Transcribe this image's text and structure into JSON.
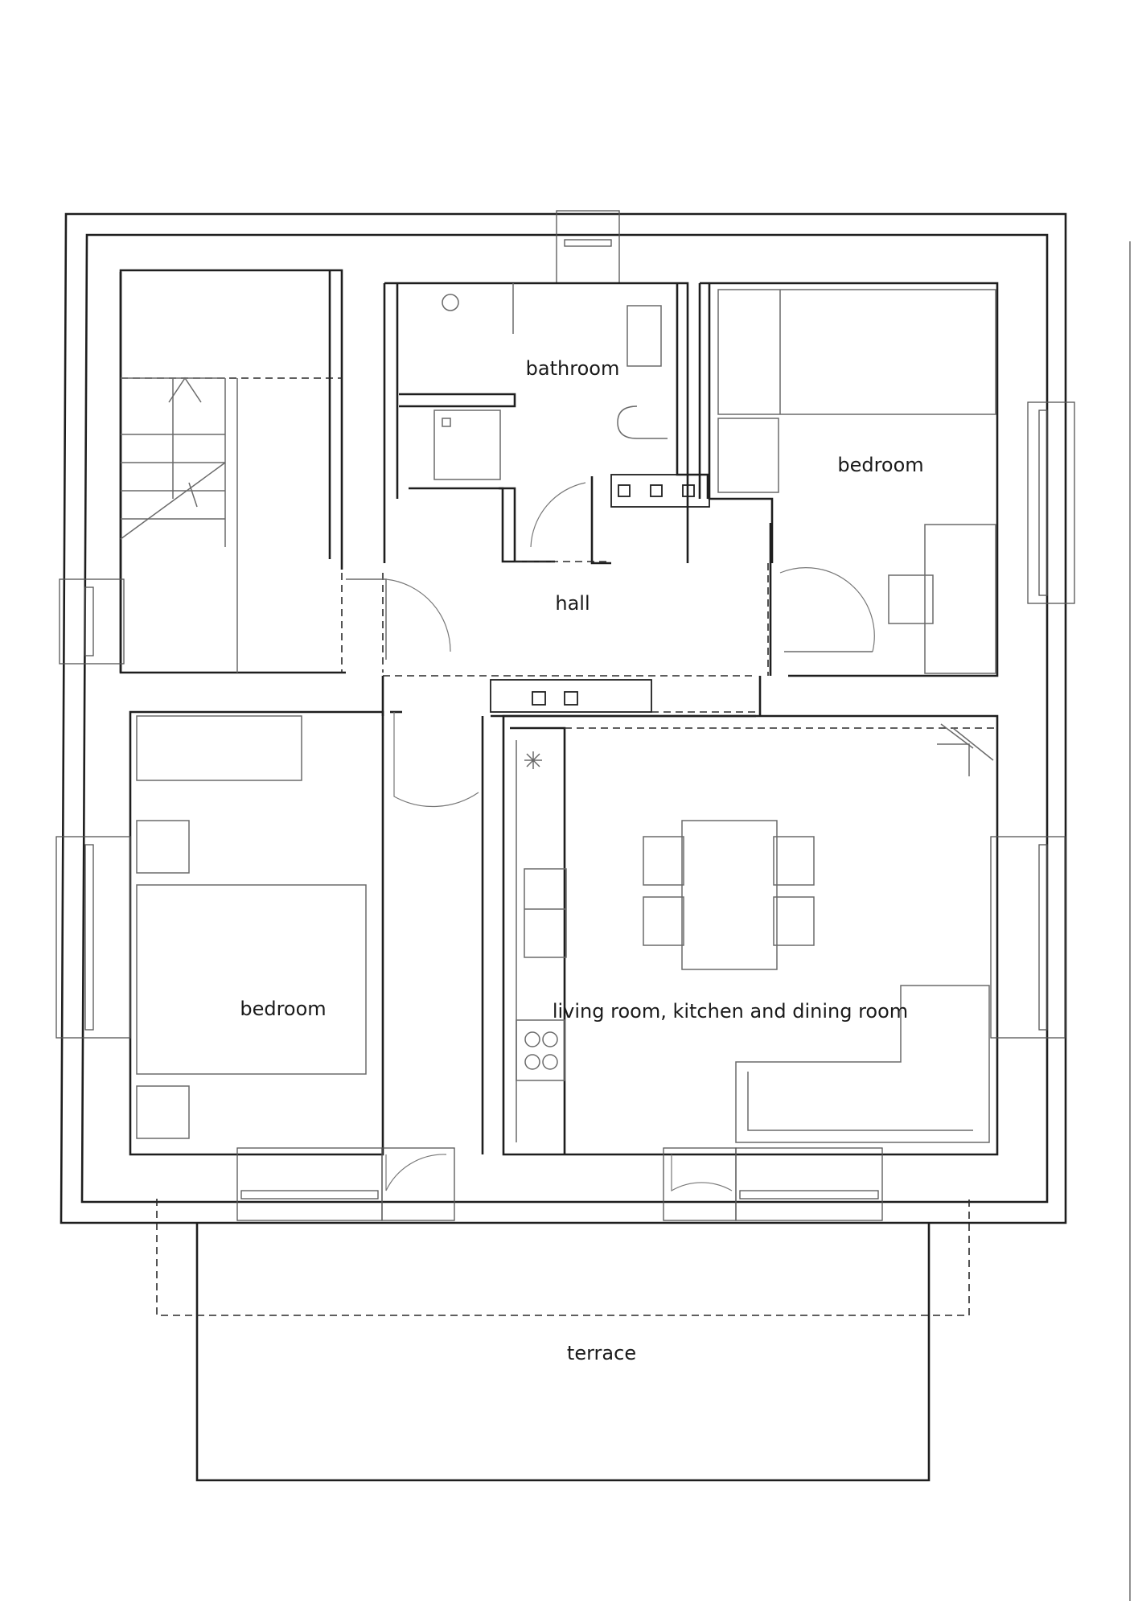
{
  "plan": {
    "rooms": {
      "bathroom": "bathroom",
      "bedroom_right": "bedroom",
      "hall": "hall",
      "bedroom_left": "bedroom",
      "living": "living room, kitchen and dining room",
      "terrace": "terrace"
    },
    "colors": {
      "line": "#1e1e1e",
      "furniture": "#6a6a6a",
      "background": "#ffffff"
    }
  }
}
